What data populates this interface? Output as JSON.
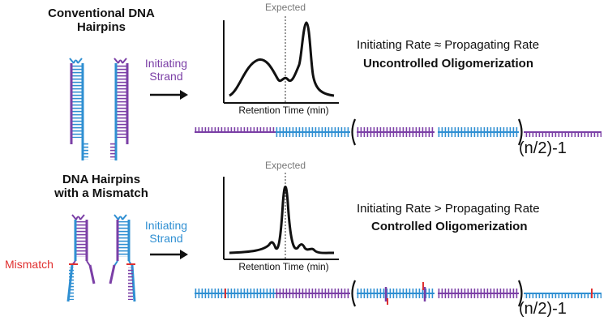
{
  "colors": {
    "purple": "#7b3fa6",
    "blue": "#2f8fd2",
    "red": "#e03030",
    "black": "#111111",
    "dotted": "#555555"
  },
  "panels": {
    "top": {
      "title_line1": "Conventional DNA",
      "title_line2": "Hairpins",
      "strand_label_line1": "Initiating",
      "strand_label_line2": "Strand",
      "chart_expected": "Expected",
      "chart_xlabel": "Retention Time (min)",
      "rate_text": "Initiating Rate ≈ Propagating Rate",
      "outcome_text": "Uncontrolled Oligomerization",
      "repeat_label": "(n/2)-1"
    },
    "bottom": {
      "title_line1": "DNA Hairpins",
      "title_line2": "with a Mismatch",
      "mismatch_label": "Mismatch",
      "strand_label_line1": "Initiating",
      "strand_label_line2": "Strand",
      "chart_expected": "Expected",
      "chart_xlabel": "Retention Time (min)",
      "rate_text": "Initiating Rate > Propagating Rate",
      "outcome_text": "Controlled Oligomerization",
      "repeat_label": "(n/2)-1"
    }
  }
}
